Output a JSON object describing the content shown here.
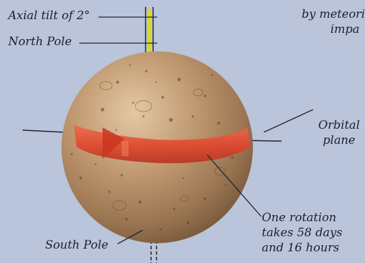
{
  "labels": {
    "axial_tilt": "Axial tilt of 2°",
    "north_pole": "North Pole",
    "south_pole": "South Pole",
    "orbital_plane": [
      "Orbital",
      "plane"
    ],
    "rotation": [
      "One rotation",
      "takes 58 days",
      "and 16 hours"
    ],
    "impact_caption": [
      "by meteori",
      "impa"
    ]
  },
  "colors": {
    "background": "#bac4da",
    "planet": "#b99169",
    "rotation_arrow": "#e1442c",
    "axis_stripe": "#d8d633",
    "text": "#1d1f2c"
  }
}
